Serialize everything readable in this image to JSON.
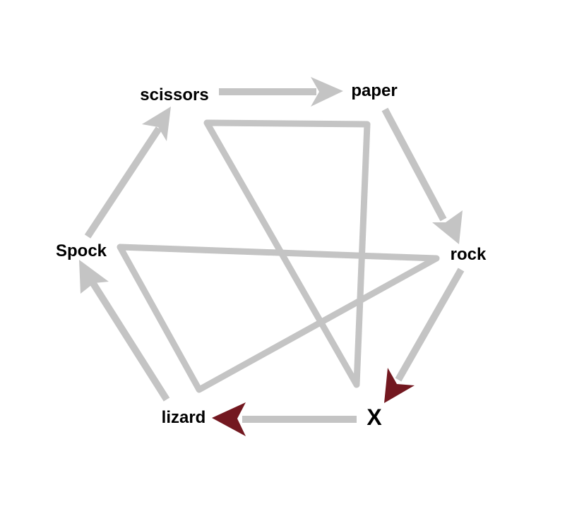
{
  "diagram": {
    "nodes": [
      {
        "id": "scissors",
        "label": "scissors",
        "highlight": false
      },
      {
        "id": "paper",
        "label": "paper",
        "highlight": false
      },
      {
        "id": "rock",
        "label": "rock",
        "highlight": false
      },
      {
        "id": "x",
        "label": "X",
        "highlight": true
      },
      {
        "id": "lizard",
        "label": "lizard",
        "highlight": false
      },
      {
        "id": "spock",
        "label": "Spock",
        "highlight": false
      }
    ],
    "edges": [
      {
        "from": "scissors",
        "to": "paper",
        "highlight": false
      },
      {
        "from": "paper",
        "to": "rock",
        "highlight": false
      },
      {
        "from": "rock",
        "to": "x",
        "highlight": true
      },
      {
        "from": "x",
        "to": "lizard",
        "highlight": true
      },
      {
        "from": "lizard",
        "to": "spock",
        "highlight": false
      },
      {
        "from": "spock",
        "to": "scissors",
        "highlight": false
      }
    ],
    "colors": {
      "line": "#c4c4c4",
      "highlight": "#731820",
      "label": "#000000",
      "highlight_label": "#731820"
    }
  }
}
